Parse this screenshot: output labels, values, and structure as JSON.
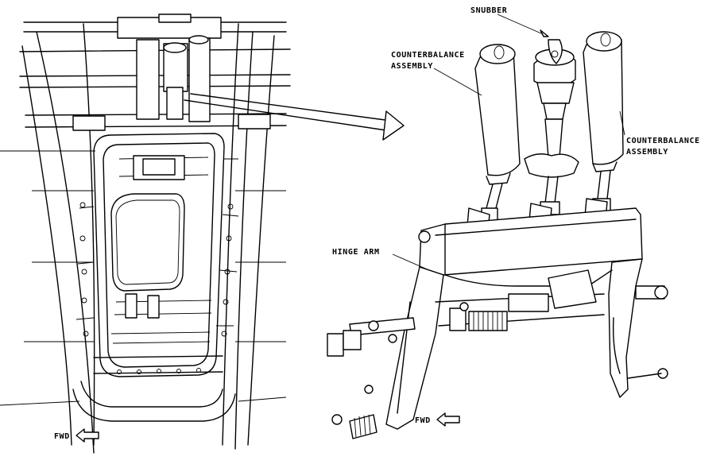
{
  "diagram": {
    "labels": {
      "snubber": "SNUBBER",
      "counterbalance_left_1": "COUNTERBALANCE",
      "counterbalance_left_2": "ASSEMBLY",
      "counterbalance_right_1": "COUNTERBALANCE",
      "counterbalance_right_2": "ASSEMBLY",
      "hinge_arm": "HINGE ARM",
      "fwd_left": "FWD",
      "fwd_right": "FWD"
    }
  }
}
